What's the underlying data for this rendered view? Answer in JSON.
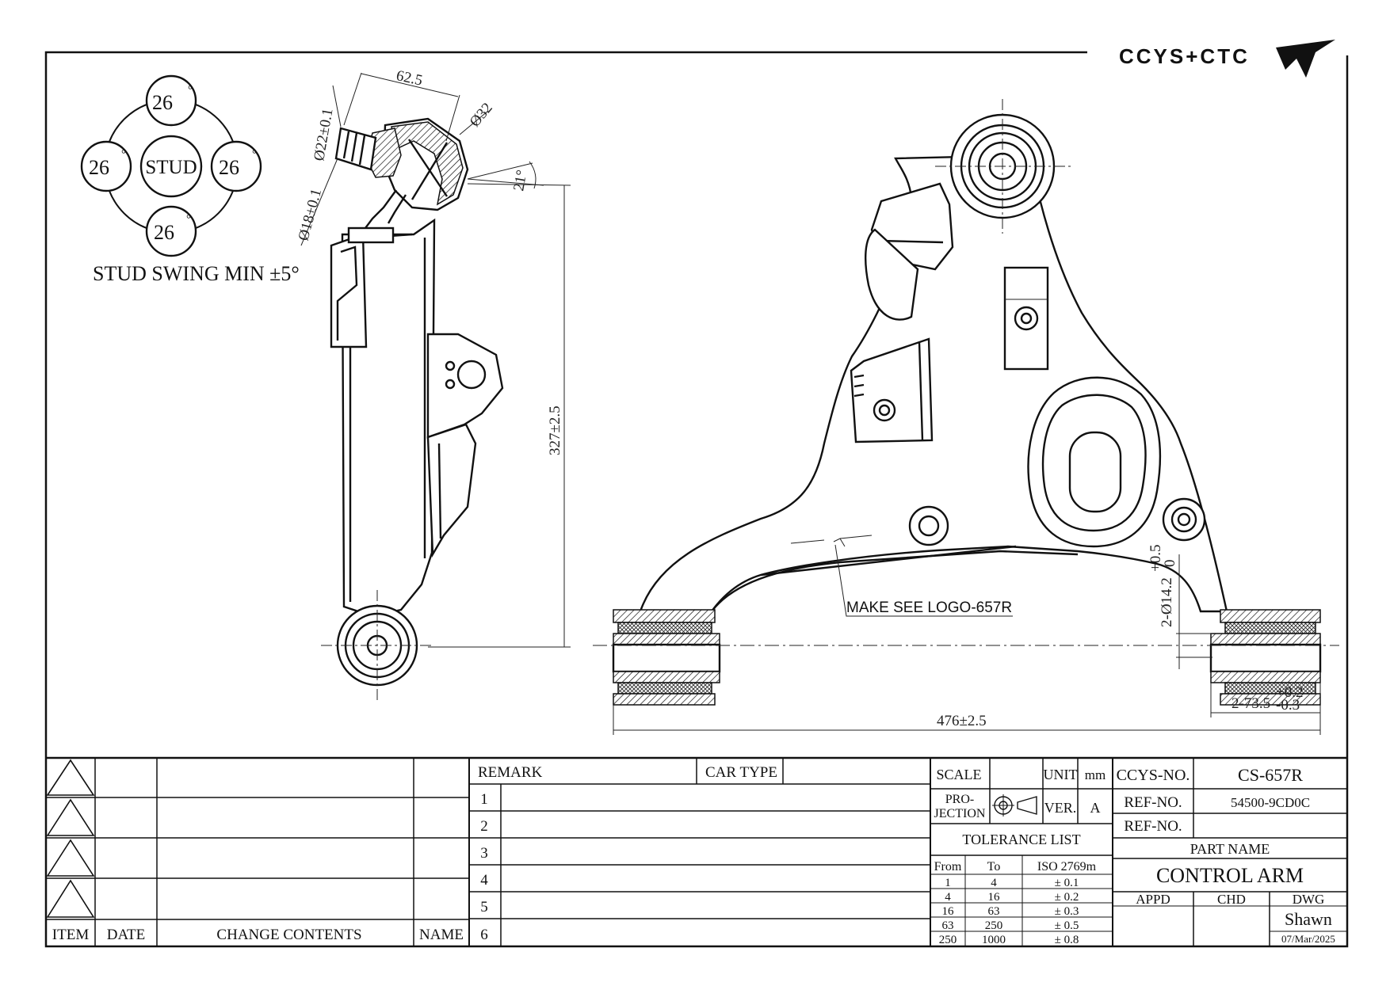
{
  "logo": {
    "text": "CCYS+CTC"
  },
  "stud_view": {
    "top_value": "26",
    "left_value": "26",
    "right_value": "26",
    "bottom_value": "26",
    "center_label": "STUD",
    "degree_mark": "°",
    "swing_note": "STUD SWING MIN ±5°"
  },
  "side_view_dims": {
    "length_a": "62.5",
    "dia_32": "Ø32",
    "dia_22": "Ø22±0.1",
    "dia_18": "Ø18±0.1",
    "angle_21": "21°",
    "height": "327±2.5"
  },
  "front_view_dims": {
    "overall_length": "476±2.5",
    "hole_dia": "2-Ø14.2",
    "hole_tol_upper": "+0.5",
    "hole_tol_lower": "0",
    "bush_width": "2-73.5",
    "bush_tol_upper": "+0.2",
    "bush_tol_lower": "-0.3",
    "logo_note": "MAKE SEE LOGO-657R"
  },
  "title_block": {
    "revision_headers": {
      "item": "ITEM",
      "date": "DATE",
      "change": "CHANGE CONTENTS",
      "name": "NAME"
    },
    "remark_label": "REMARK",
    "car_type_label": "CAR TYPE",
    "remark_rows": [
      "1",
      "2",
      "3",
      "4",
      "5",
      "6"
    ],
    "scale_label": "SCALE",
    "unit_label": "UNIT",
    "unit_value": "mm",
    "projection_label_1": "PRO-",
    "projection_label_2": "JECTION",
    "ver_label": "VER.",
    "ver_value": "A",
    "tolerance_title": "TOLERANCE LIST",
    "tolerance_headers": {
      "from": "From",
      "to": "To",
      "standard": "ISO 2769m"
    },
    "tolerance_rows": [
      {
        "from": "1",
        "to": "4",
        "tol": "± 0.1"
      },
      {
        "from": "4",
        "to": "16",
        "tol": "± 0.2"
      },
      {
        "from": "16",
        "to": "63",
        "tol": "± 0.3"
      },
      {
        "from": "63",
        "to": "250",
        "tol": "± 0.5"
      },
      {
        "from": "250",
        "to": "1000",
        "tol": "± 0.8"
      }
    ],
    "ccys_no_label": "CCYS-NO.",
    "ccys_no_value": "CS-657R",
    "ref_no_label_1": "REF-NO.",
    "ref_no_value_1": "54500-9CD0C",
    "ref_no_label_2": "REF-NO.",
    "ref_no_value_2": "",
    "part_name_label": "PART NAME",
    "part_name_value": "CONTROL ARM",
    "appd_label": "APPD",
    "chd_label": "CHD",
    "dwg_label": "DWG",
    "dwg_name": "Shawn",
    "dwg_date": "07/Mar/2025"
  }
}
